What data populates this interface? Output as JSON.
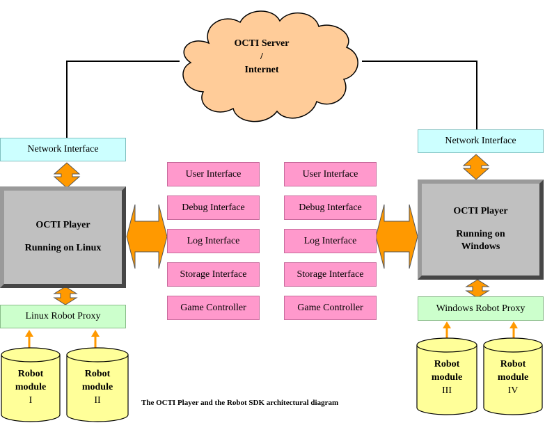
{
  "cloud": {
    "line1": "OCTI Server",
    "line2": "/",
    "line3": "Internet"
  },
  "left": {
    "network_interface": "Network Interface",
    "player_line1": "OCTI Player",
    "player_line2": "Running on Linux",
    "proxy": "Linux Robot Proxy",
    "robots": [
      {
        "line1": "Robot",
        "line2": "module",
        "line3": "I"
      },
      {
        "line1": "Robot",
        "line2": "module",
        "line3": "II"
      }
    ]
  },
  "right": {
    "network_interface": "Network Interface",
    "player_line1": "OCTI Player",
    "player_line2": "Running on",
    "player_line3": "Windows",
    "proxy": "Windows Robot Proxy",
    "robots": [
      {
        "line1": "Robot",
        "line2": "module",
        "line3": "III"
      },
      {
        "line1": "Robot",
        "line2": "module",
        "line3": "IV"
      }
    ]
  },
  "interfaces_left": [
    "User Interface",
    "Debug Interface",
    "Log Interface",
    "Storage Interface",
    "Game Controller"
  ],
  "interfaces_right": [
    "User Interface",
    "Debug Interface",
    "Log Interface",
    "Storage Interface",
    "Game Controller"
  ],
  "caption": "The OCTI Player and the Robot SDK architectural diagram",
  "colors": {
    "cloud": "#ffcc99",
    "arrow": "#ff9900",
    "cyan_box": "#ccffff",
    "pink_box": "#ff99cc",
    "green_box": "#ccffcc",
    "cylinder": "#ffff99",
    "player": "#c0c0c0"
  }
}
